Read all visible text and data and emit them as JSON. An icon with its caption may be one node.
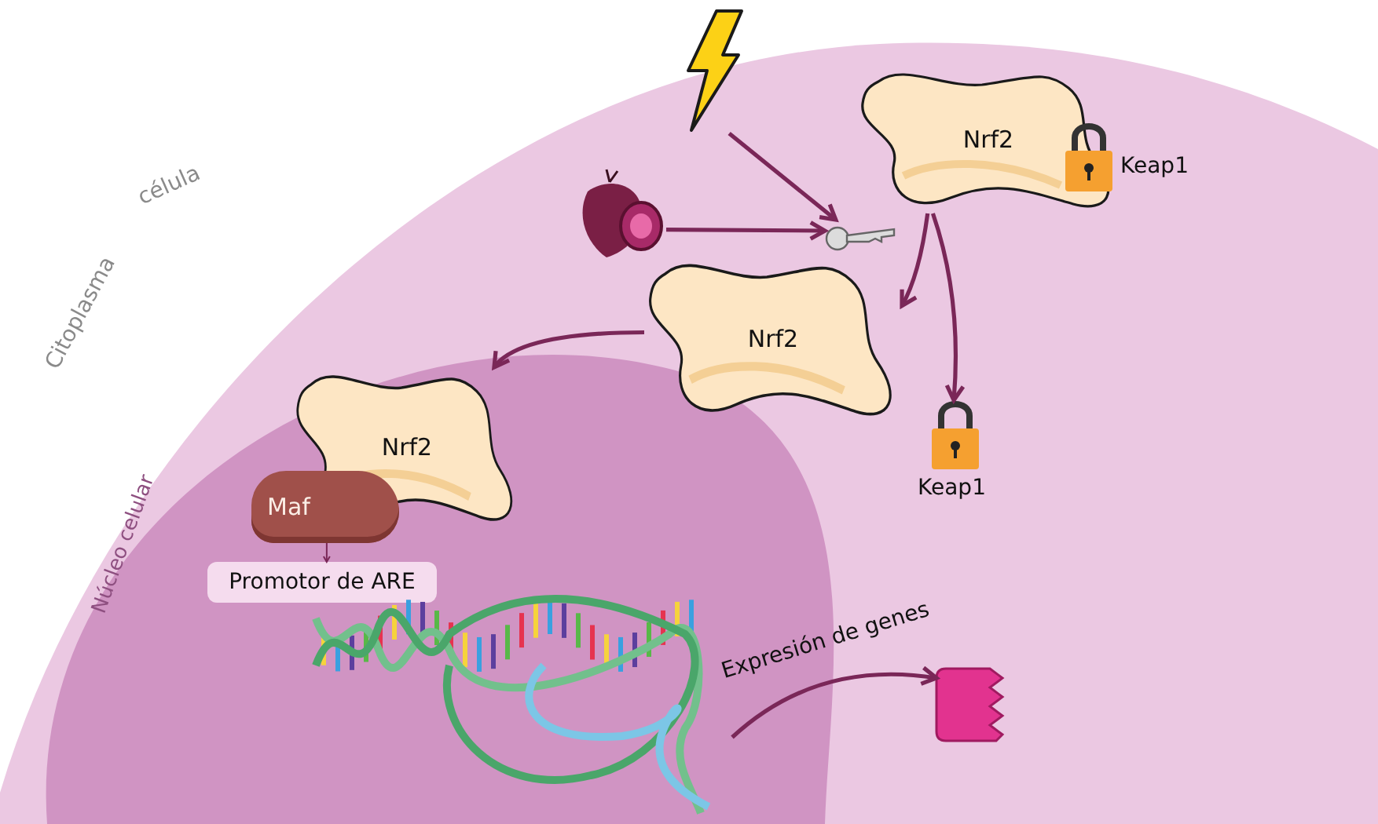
{
  "diagram": {
    "nodes": [
      {
        "text": [
          "célula",
          "Citoplasma"
        ]
      },
      {
        "text": [
          "Núcleo celular"
        ],
        "in": 0
      },
      {
        "text": [],
        "shape": "picture",
        "in": 0
      },
      {
        "text": [],
        "shape": "picture",
        "in": 0
      },
      {
        "text": [],
        "shape": "picture",
        "in": 0
      },
      {
        "text": [
          "Nrf2"
        ],
        "in": 0
      },
      {
        "text": [],
        "shape": "picture",
        "beside": [
          "Keap1"
        ],
        "in": 0
      },
      {
        "text": [
          "Nrf2"
        ],
        "in": 0
      },
      {
        "text": [],
        "shape": "picture",
        "beside": [
          "Keap1"
        ],
        "in": 0
      },
      {
        "text": [
          "Nrf2"
        ],
        "in": 1
      },
      {
        "text": [
          "Maf"
        ],
        "in": 1
      },
      {
        "text": [
          "Promotor de ARE"
        ],
        "in": 1
      },
      {
        "text": [],
        "shape": "picture",
        "in": 1
      },
      {
        "text": [],
        "shape": "box",
        "in": 0
      }
    ],
    "edges": [
      {
        "from": 2,
        "to": 4,
        "arrow": "to"
      },
      {
        "from": 3,
        "to": 4,
        "arrow": "to"
      },
      {
        "from": 5,
        "to": 7,
        "arrow": "to"
      },
      {
        "from": 5,
        "to": 8,
        "arrow": "to"
      },
      {
        "from": 7,
        "to": 9,
        "arrow": "to"
      },
      {
        "from": 10,
        "to": 11,
        "arrow": "to"
      },
      {
        "from": 12,
        "to": 13,
        "label": "Expresión de genes",
        "arrow": "to"
      }
    ]
  }
}
